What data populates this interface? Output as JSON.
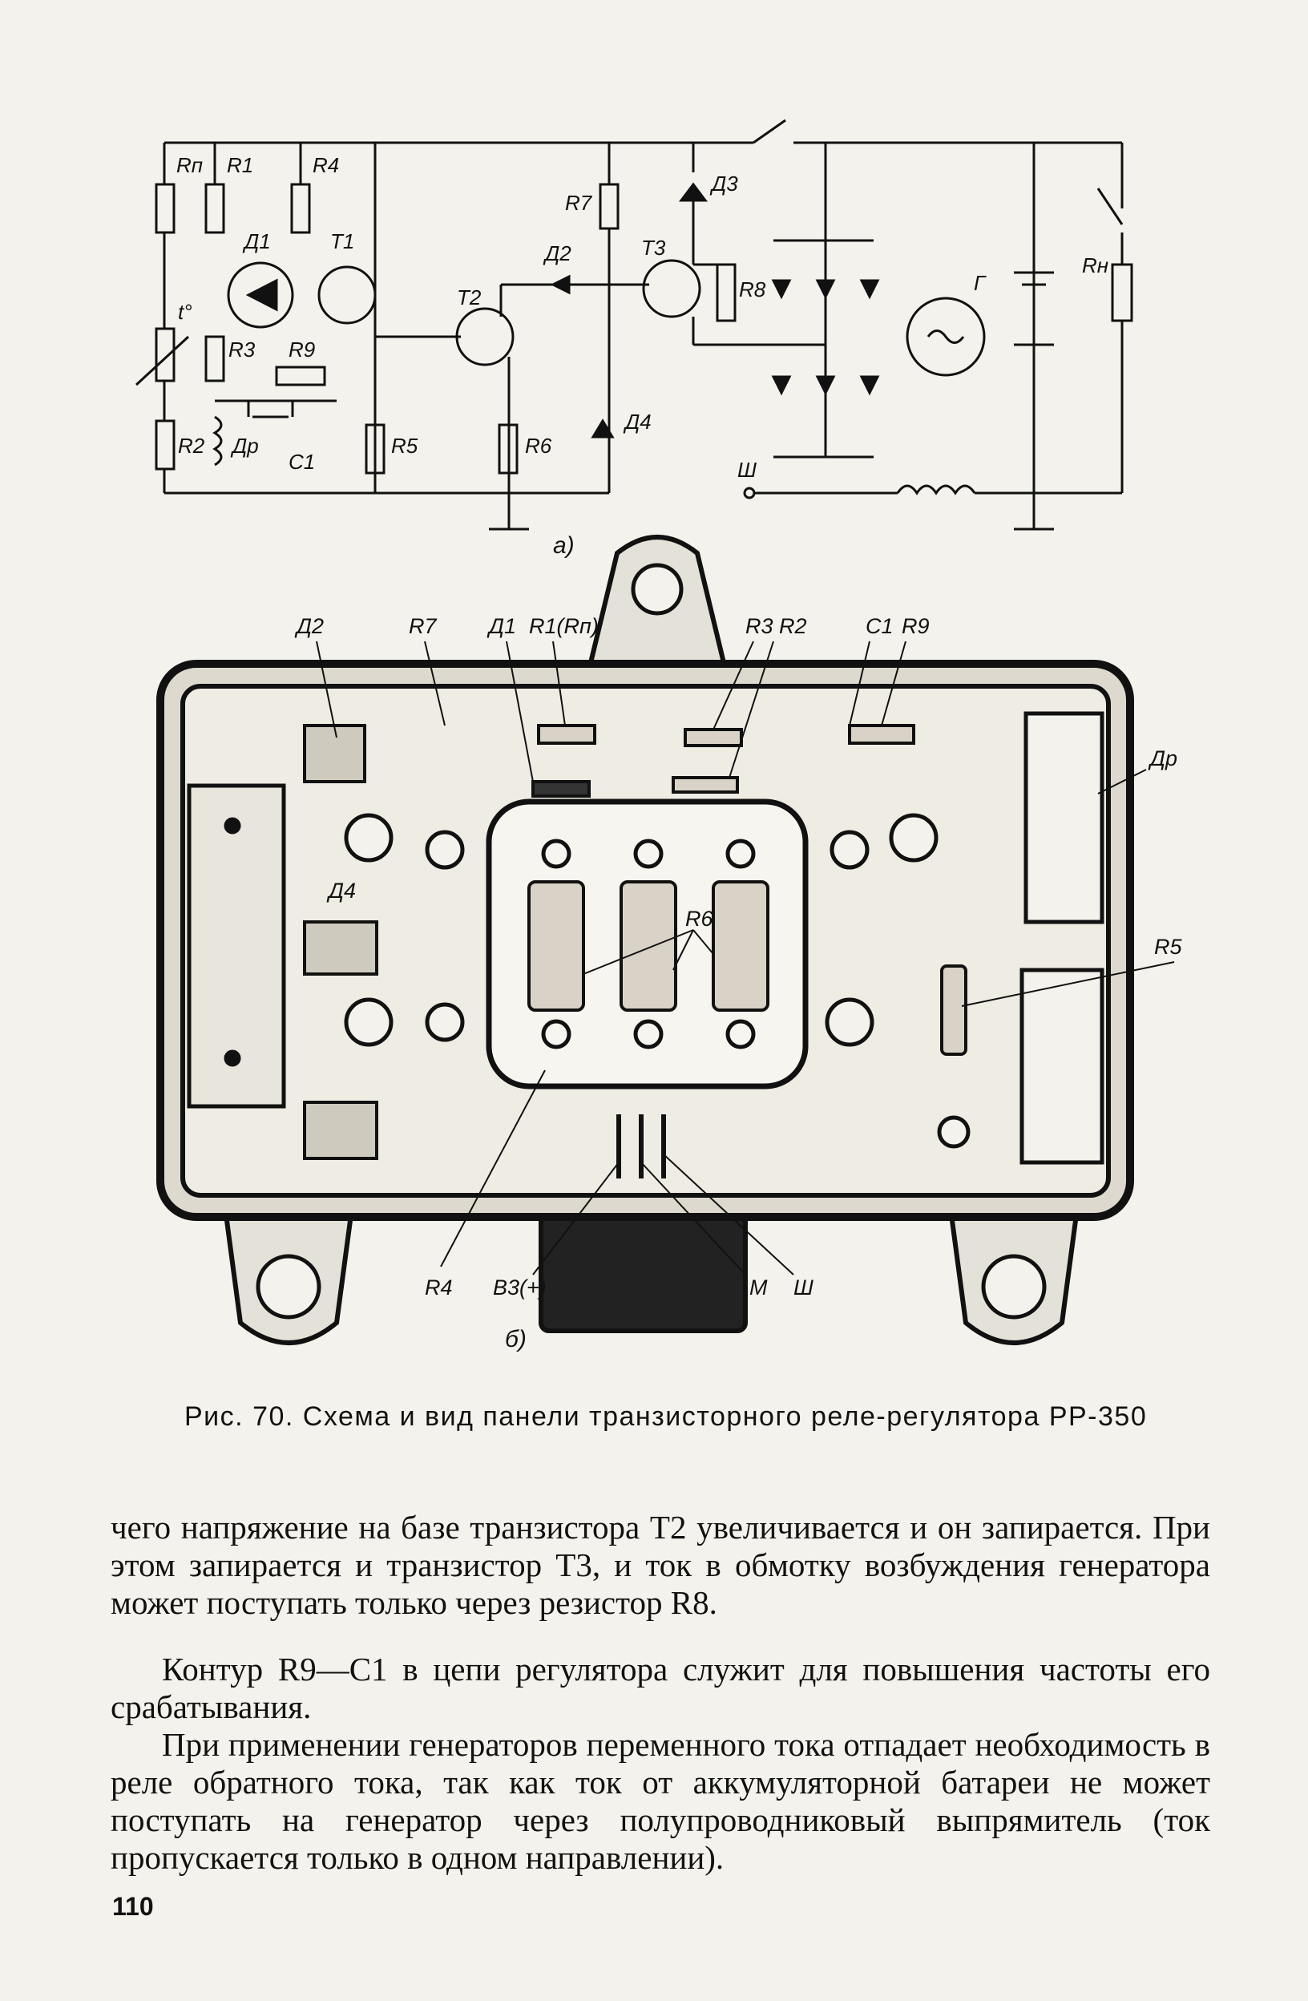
{
  "figure": {
    "sub_a": "а)",
    "sub_b": "б)",
    "schematic_labels": {
      "rp": "Rп",
      "r1": "R1",
      "r4": "R4",
      "r7": "R7",
      "d3": "Д3",
      "d1": "Д1",
      "t1": "T1",
      "d2": "Д2",
      "t3": "T3",
      "r8": "R8",
      "g": "Г",
      "rn": "Rн",
      "t2": "T2",
      "temp": "t°",
      "r3": "R3",
      "r9": "R9",
      "r2": "R2",
      "dr": "Др",
      "c1": "C1",
      "r5": "R5",
      "r6": "R6",
      "d4": "Д4",
      "sh": "Ш"
    },
    "panel_labels": {
      "d2": "Д2",
      "r7": "R7",
      "d1": "Д1",
      "r1rp": "R1(Rп)",
      "r3r2": "R3 R2",
      "c1": "C1",
      "r9": "R9",
      "dr": "Др",
      "d4": "Д4",
      "r6": "R6",
      "r5": "R5",
      "r4": "R4",
      "v3": "В3(+)",
      "m": "М",
      "sh": "Ш"
    }
  },
  "caption": "Рис. 70. Схема и вид панели транзисторного реле-регулятора РР-350",
  "paragraphs": [
    "чего напряжение на базе транзистора Т2 увеличивается и он запирается. При этом запирается и транзистор Т3, и ток в обмотку возбуждения генератора может поступать только через резистор R8.",
    "Контур R9—C1 в цепи регулятора служит для повышения частоты его срабатывания.",
    "При применении генераторов переменного тока отпадает необходимость в реле обратного тока, так как ток от аккумуляторной батареи не может поступать на генератор через полупроводниковый выпрямитель (ток пропускается только в одном направлении)."
  ],
  "page_number": "110"
}
